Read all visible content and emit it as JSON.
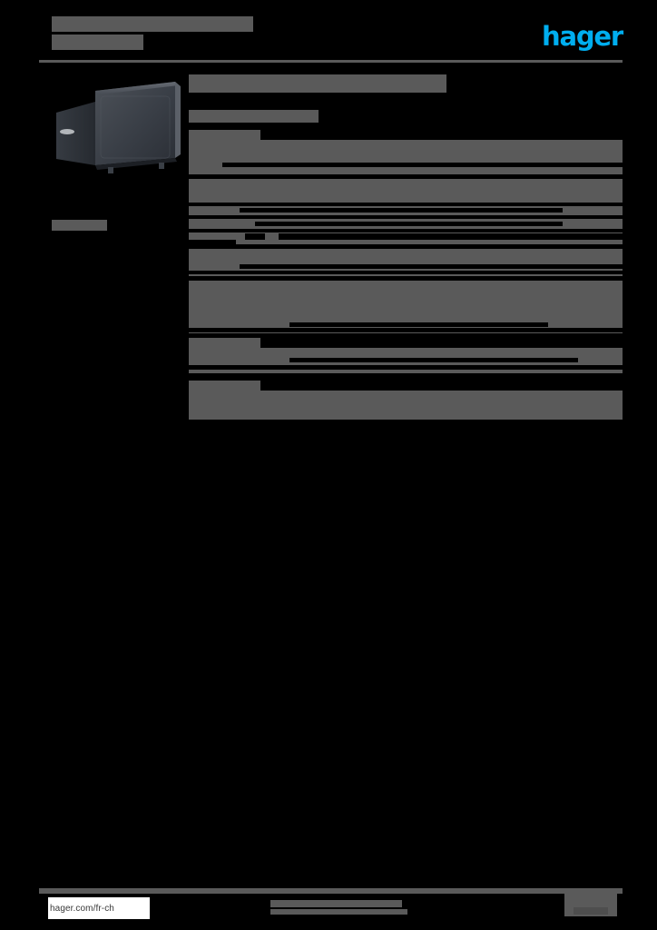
{
  "document": {
    "type": "product-datasheet",
    "brand": "hager",
    "locale": "fr-ch",
    "redacted": true,
    "background_color": "#000000",
    "redaction_color": "#5a5a5a",
    "accent_color": "#00AEEF"
  },
  "header": {
    "brand_logo_text": "hager",
    "title_line_1": "",
    "title_line_2": "",
    "rule": ""
  },
  "left_column": {
    "product_image_alt": "product-photo",
    "product_reference": ""
  },
  "content": {
    "doc_title": "",
    "doc_subtitle": ""
  },
  "spec_table": {
    "groups": [
      {
        "header": "",
        "rows": [
          {
            "label": "",
            "value": ""
          },
          {
            "label": "",
            "value": ""
          }
        ]
      },
      {
        "header": "",
        "rows": [
          {
            "label": "",
            "value": ""
          },
          {
            "label": "",
            "value": ""
          },
          {
            "label": "",
            "value": ""
          },
          {
            "label": "",
            "value": ""
          }
        ]
      },
      {
        "header": "",
        "rows": [
          {
            "label": "",
            "value": ""
          },
          {
            "label": "",
            "value": ""
          },
          {
            "label": "",
            "value": ""
          }
        ]
      },
      {
        "header": "",
        "rows": [
          {
            "label": "",
            "value": ""
          }
        ]
      },
      {
        "header": "",
        "rows": [
          {
            "label": "",
            "value": ""
          }
        ]
      }
    ]
  },
  "footer": {
    "url": "hager.com/fr-ch",
    "center_line_1": "",
    "center_line_2": "",
    "page_number": ""
  }
}
